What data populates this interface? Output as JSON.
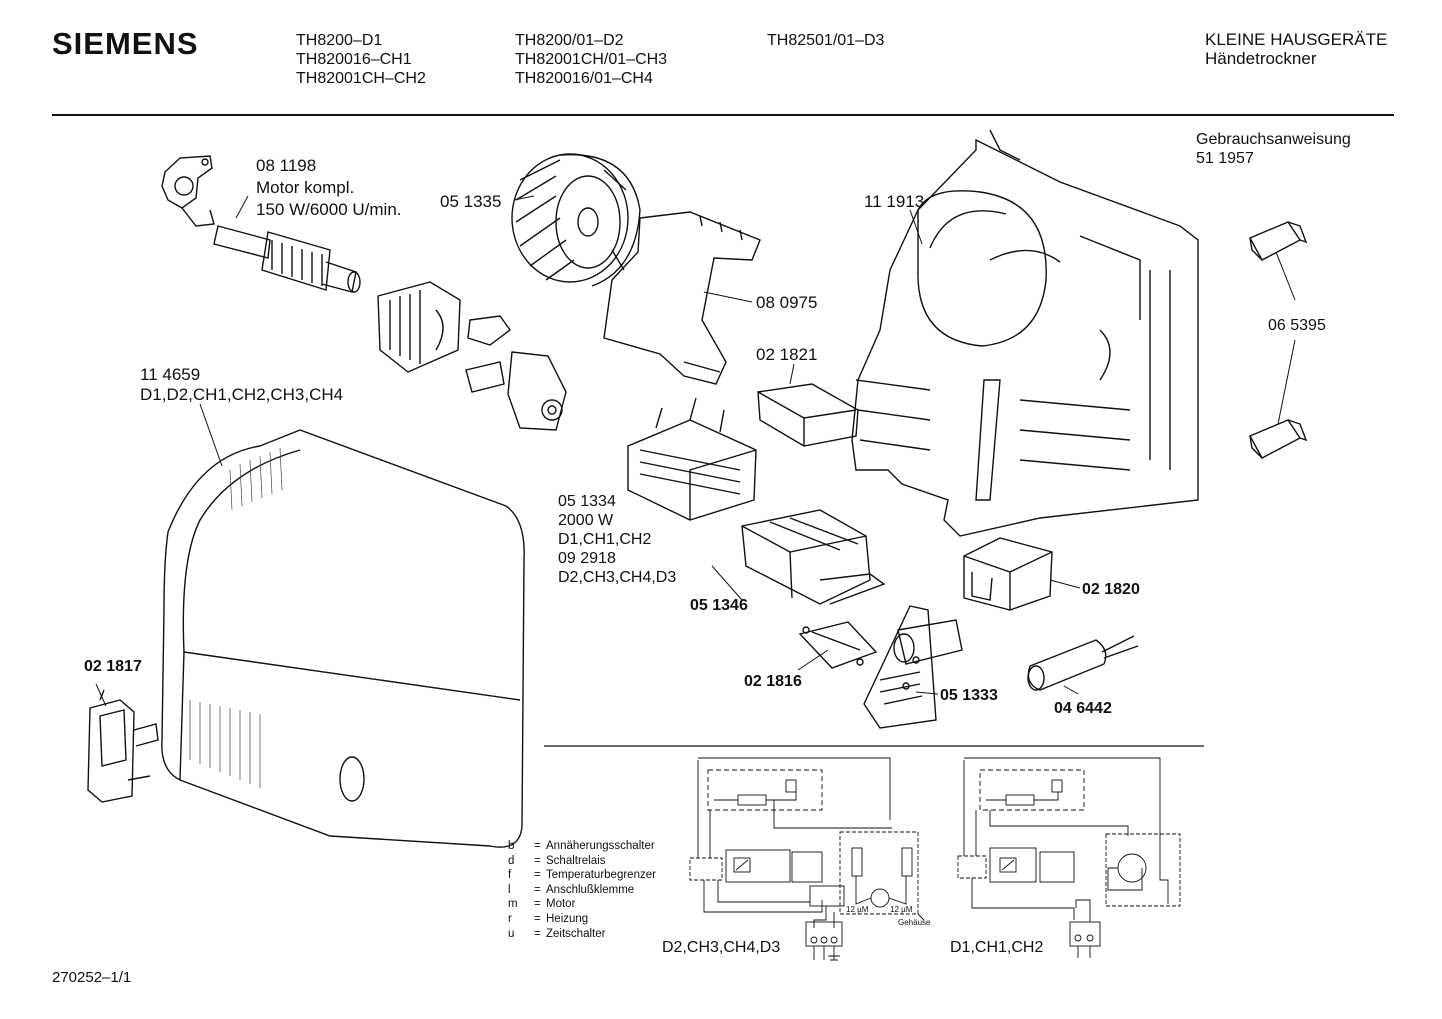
{
  "header": {
    "brand": "SIEMENS",
    "models_col1": [
      "TH8200–D1",
      "TH820016–CH1",
      "TH82001CH–CH2"
    ],
    "models_col2": [
      "TH8200/01–D2",
      "TH82001CH/01–CH3",
      "TH820016/01–CH4"
    ],
    "models_col3": [
      "TH82501/01–D3"
    ],
    "category": "KLEINE HAUSGERÄTE",
    "product": "Händetrockner"
  },
  "manual": {
    "label": "Gebrauchsanweisung",
    "number": "51 1957"
  },
  "parts": {
    "motor": {
      "number": "08 1198",
      "desc1": "Motor kompl.",
      "desc2": "150 W/6000 U/min."
    },
    "fan_wheel": {
      "number": "05 1335"
    },
    "housing_frame": {
      "number": "11 1913"
    },
    "feet": {
      "number": "06 5395"
    },
    "air_duct": {
      "number": "08 0975"
    },
    "cover": {
      "number": "11 4659",
      "variants": "D1,D2,CH1,CH2,CH3,CH4"
    },
    "box": {
      "number": "02 1821"
    },
    "heater": {
      "number": "05 1334",
      "desc": "2000 W",
      "variants": "D1,CH1,CH2",
      "number2": "09 2918",
      "variants2": "D2,CH3,CH4,D3"
    },
    "bracket": {
      "number": "05 1346"
    },
    "relay": {
      "number": "02 1820"
    },
    "switch": {
      "number": "02 1817"
    },
    "terminal": {
      "number": "02 1816"
    },
    "board": {
      "number": "05 1333"
    },
    "capacitor": {
      "number": "04 6442"
    }
  },
  "legend": [
    {
      "key": "b",
      "text": "Annäherungsschalter"
    },
    {
      "key": "d",
      "text": "Schaltrelais"
    },
    {
      "key": "f",
      "text": "Temperaturbegrenzer"
    },
    {
      "key": "l",
      "text": "Anschlußklemme"
    },
    {
      "key": "m",
      "text": "Motor"
    },
    {
      "key": "r",
      "text": "Heizung"
    },
    {
      "key": "u",
      "text": "Zeitschalter"
    }
  ],
  "schematics": {
    "left_variants": "D2,CH3,CH4,D3",
    "right_variants": "D1,CH1,CH2",
    "cap_label_a": "12 µM",
    "cap_label_b": "12 µM",
    "case_label": "Gehäuse"
  },
  "footer": {
    "doc_id": "270252–1/1"
  }
}
